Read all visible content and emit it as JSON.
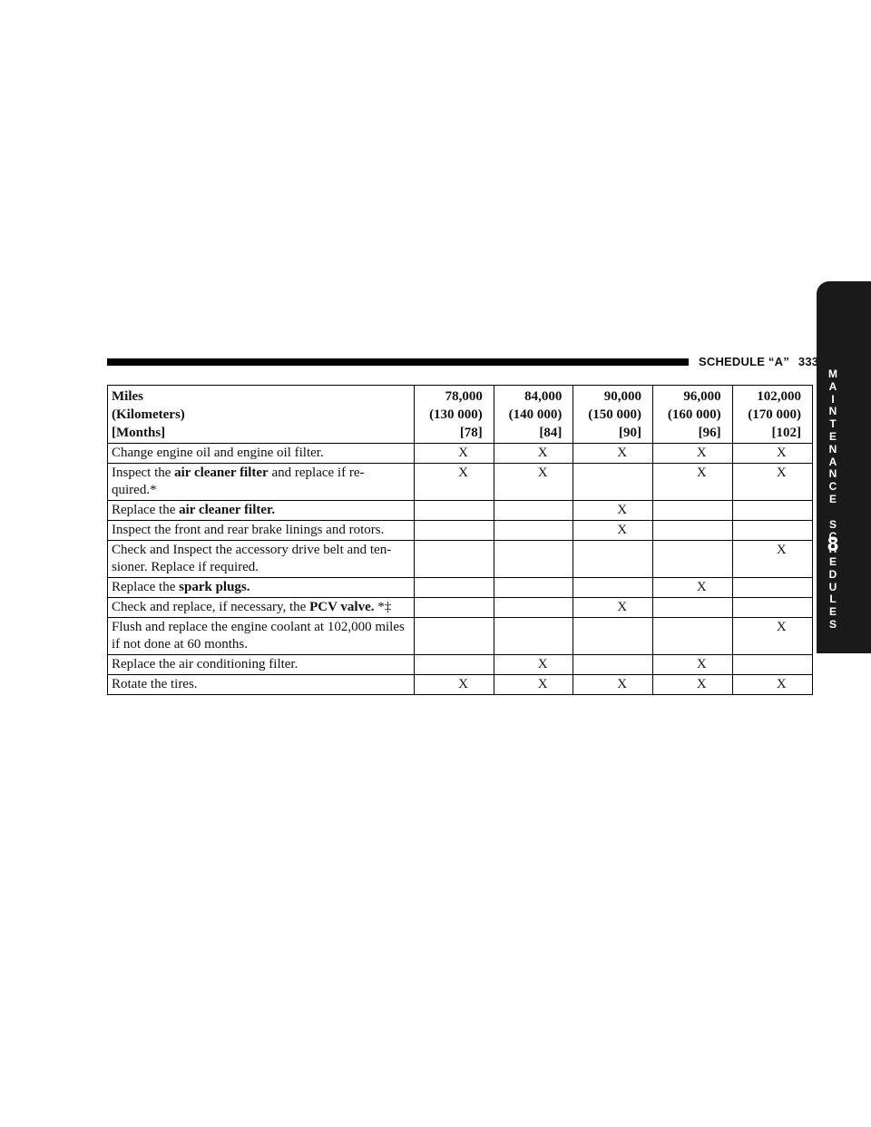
{
  "header": {
    "title": "SCHEDULE “A”",
    "page": "333"
  },
  "side_tab": {
    "letters": [
      "M",
      "A",
      "I",
      "N",
      "T",
      "E",
      "N",
      "A",
      "N",
      "C",
      "E",
      "",
      "S",
      "C",
      "H",
      "E",
      "D",
      "U",
      "L",
      "E",
      "S"
    ],
    "chapter": "8"
  },
  "table": {
    "head_labels": [
      "Miles",
      "(Kilometers)",
      "[Months]"
    ],
    "columns": [
      {
        "miles": "78,000",
        "km": "(130 000)",
        "months": "[78]"
      },
      {
        "miles": "84,000",
        "km": "(140 000)",
        "months": "[84]"
      },
      {
        "miles": "90,000",
        "km": "(150 000)",
        "months": "[90]"
      },
      {
        "miles": "96,000",
        "km": "(160 000)",
        "months": "[96]"
      },
      {
        "miles": "102,000",
        "km": "(170 000)",
        "months": "[102]"
      }
    ],
    "rows": [
      {
        "text": "Change engine oil and engine oil filter.",
        "marks": [
          "X",
          "X",
          "X",
          "X",
          "X"
        ]
      },
      {
        "pre": "Inspect the ",
        "bold": "air cleaner filter",
        "post": " and replace if re- quired.*",
        "marks": [
          "X",
          "X",
          "",
          "X",
          "X"
        ]
      },
      {
        "pre": "Replace the ",
        "bold": "air cleaner filter.",
        "post": "",
        "marks": [
          "",
          "",
          "X",
          "",
          ""
        ]
      },
      {
        "text": "Inspect the front and rear brake linings and rotors.",
        "marks": [
          "",
          "",
          "X",
          "",
          ""
        ]
      },
      {
        "text": "Check and Inspect the accessory drive belt and ten- sioner. Replace if required.",
        "marks": [
          "",
          "",
          "",
          "",
          "X"
        ]
      },
      {
        "pre": "Replace the ",
        "bold": "spark plugs.",
        "post": "",
        "marks": [
          "",
          "",
          "",
          "X",
          ""
        ]
      },
      {
        "pre": "Check and replace, if necessary, the ",
        "bold": "PCV valve.",
        "post": " *‡",
        "marks": [
          "",
          "",
          "X",
          "",
          ""
        ]
      },
      {
        "text": "Flush and replace the engine coolant at 102,000 miles if not done at 60 months.",
        "marks": [
          "",
          "",
          "",
          "",
          "X"
        ]
      },
      {
        "text": "Replace the air conditioning filter.",
        "marks": [
          "",
          "X",
          "",
          "X",
          ""
        ]
      },
      {
        "text": "Rotate the tires.",
        "marks": [
          "X",
          "X",
          "X",
          "X",
          "X"
        ]
      }
    ]
  }
}
